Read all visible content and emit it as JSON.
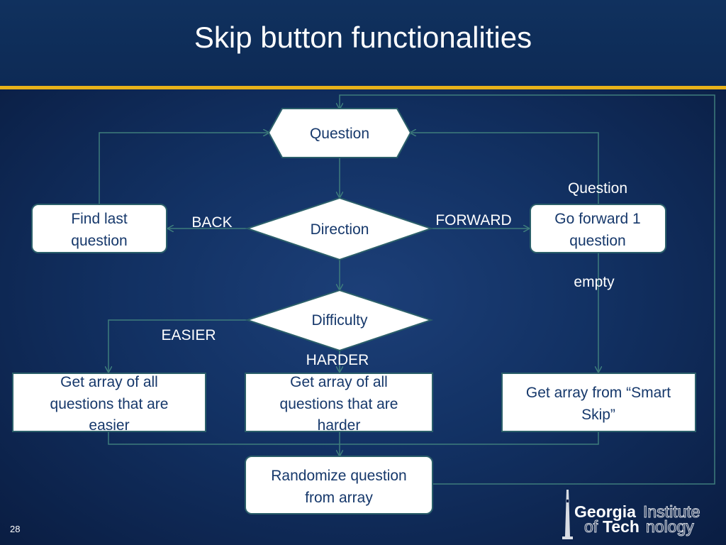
{
  "slide": {
    "title": "Skip button functionalities",
    "page_number": "28"
  },
  "nodes": {
    "question": "Question",
    "direction": "Direction",
    "find_last": [
      "Find last",
      "question"
    ],
    "go_forward": [
      "Go forward 1",
      "question"
    ],
    "difficulty": "Difficulty",
    "easier_array": [
      "Get array of all",
      "questions that are",
      "easier"
    ],
    "harder_array": [
      "Get array of all",
      "questions that are",
      "harder"
    ],
    "smart_skip": [
      "Get array from “Smart",
      "Skip”"
    ],
    "randomize": [
      "Randomize question",
      "from array"
    ]
  },
  "edge_labels": {
    "back": "BACK",
    "forward": "FORWARD",
    "question": "Question",
    "empty": "empty",
    "easier": "EASIER",
    "harder": "HARDER"
  },
  "logo": {
    "line1_bold": "Georgia",
    "line1_rest": "Institute",
    "line2_prefix": "of",
    "line2_bold": "Tech",
    "line2_rest": "nology"
  },
  "colors": {
    "background": "#0b1f45",
    "accent_bar": "#e8b21a",
    "connector": "#3e7d7c",
    "node_text": "#16386b"
  }
}
